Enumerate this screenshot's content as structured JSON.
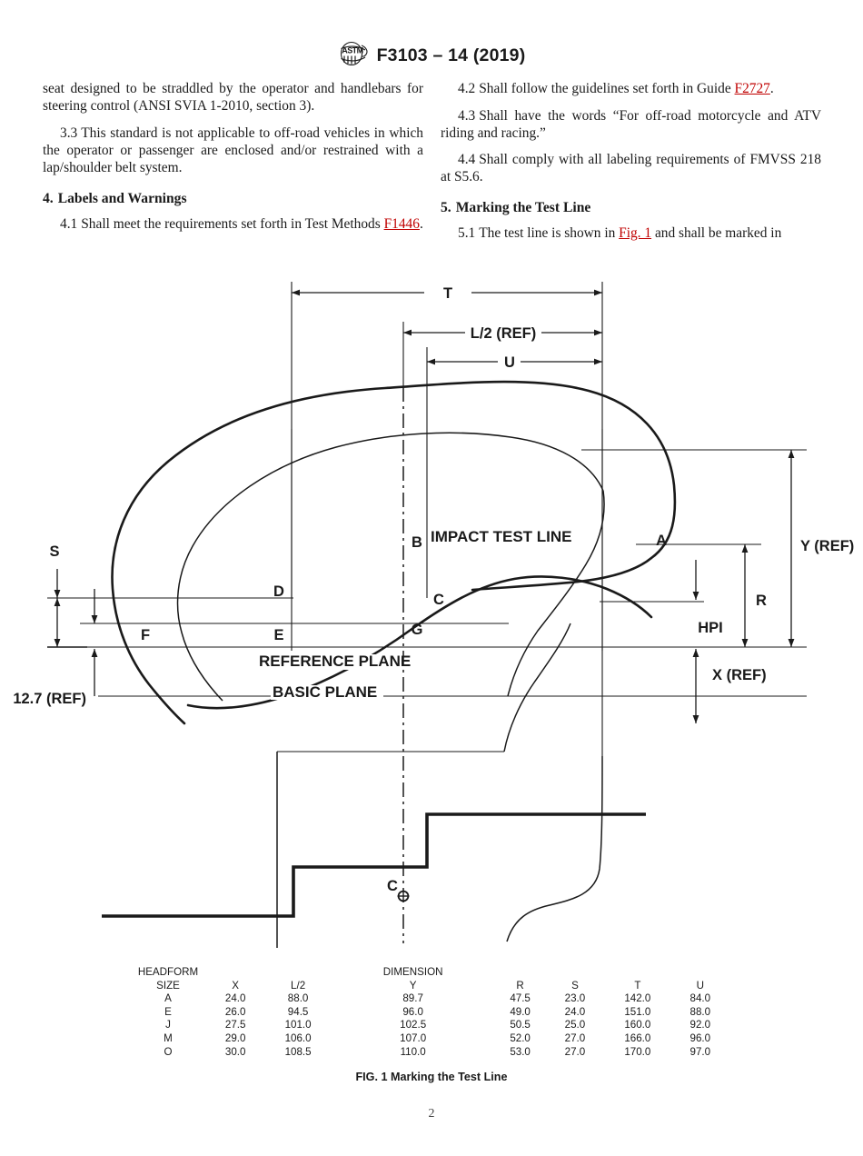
{
  "header": {
    "logo_icon": "astm-logo",
    "title": "F3103 – 14 (2019)"
  },
  "columns": {
    "left": {
      "continued_paragraph": "seat designed to be straddled by the operator and handlebars for steering control (ANSI SVIA 1-2010, section 3).",
      "clause_3_3_num": "3.3",
      "clause_3_3_text": "This standard is not applicable to off-road vehicles in which the operator or passenger are enclosed and/or restrained with a lap/shoulder belt system.",
      "section_4_num": "4.",
      "section_4_title": "Labels and Warnings",
      "clause_4_1_num": "4.1",
      "clause_4_1_text_before": "Shall meet the requirements set forth in Test Methods",
      "clause_4_1_link": "F1446",
      "clause_4_1_text_after": "."
    },
    "right": {
      "clause_4_2_num": "4.2",
      "clause_4_2_text_before": "Shall follow the guidelines set forth in Guide",
      "clause_4_2_link": "F2727",
      "clause_4_2_text_after": ".",
      "clause_4_3_num": "4.3",
      "clause_4_3_text": "Shall have the words “For off-road motorcycle and ATV riding and racing.”",
      "clause_4_4_num": "4.4",
      "clause_4_4_text": "Shall comply with all labeling requirements of FMVSS 218 at S5.6.",
      "section_5_num": "5.",
      "section_5_title": "Marking the Test Line",
      "clause_5_1_num": "5.1",
      "clause_5_1_text_before": "The test line is shown in",
      "clause_5_1_link": "Fig. 1",
      "clause_5_1_text_after": "and shall be marked in"
    }
  },
  "figure": {
    "caption": "FIG. 1 Marking the Test Line",
    "dimension_labels": {
      "T": "T",
      "L_half": "L/2 (REF)",
      "U": "U",
      "Y": "Y (REF)",
      "R": "R",
      "HPI": "HPI",
      "X": "X (REF)",
      "S": "S",
      "ref_12_7": "12.7 (REF)"
    },
    "point_labels": {
      "A": "A",
      "B": "B",
      "C_upper": "C",
      "C_center": "C",
      "D": "D",
      "E": "E",
      "F": "F",
      "G": "G"
    },
    "plane_labels": {
      "impact_test_line": "IMPACT TEST LINE",
      "reference_plane": "REFERENCE PLANE",
      "basic_plane": "BASIC PLANE"
    }
  },
  "dimension_table": {
    "corner_label_line1": "HEADFORM",
    "corner_label_line2": "SIZE",
    "group_header": "DIMENSION",
    "columns": [
      "X",
      "L/2",
      "Y",
      "R",
      "S",
      "T",
      "U"
    ],
    "rows": [
      {
        "size": "A",
        "values": [
          "24.0",
          "88.0",
          "89.7",
          "47.5",
          "23.0",
          "142.0",
          "84.0"
        ]
      },
      {
        "size": "E",
        "values": [
          "26.0",
          "94.5",
          "96.0",
          "49.0",
          "24.0",
          "151.0",
          "88.0"
        ]
      },
      {
        "size": "J",
        "values": [
          "27.5",
          "101.0",
          "102.5",
          "50.5",
          "25.0",
          "160.0",
          "92.0"
        ]
      },
      {
        "size": "M",
        "values": [
          "29.0",
          "106.0",
          "107.0",
          "52.0",
          "27.0",
          "166.0",
          "96.0"
        ]
      },
      {
        "size": "O",
        "values": [
          "30.0",
          "108.5",
          "110.0",
          "53.0",
          "27.0",
          "170.0",
          "97.0"
        ]
      }
    ]
  },
  "footer": {
    "page_number": "2"
  },
  "colors": {
    "link": "#c00000",
    "text": "#1a1a1a",
    "line": "#1a1a1a",
    "thin_line": "#555555"
  }
}
